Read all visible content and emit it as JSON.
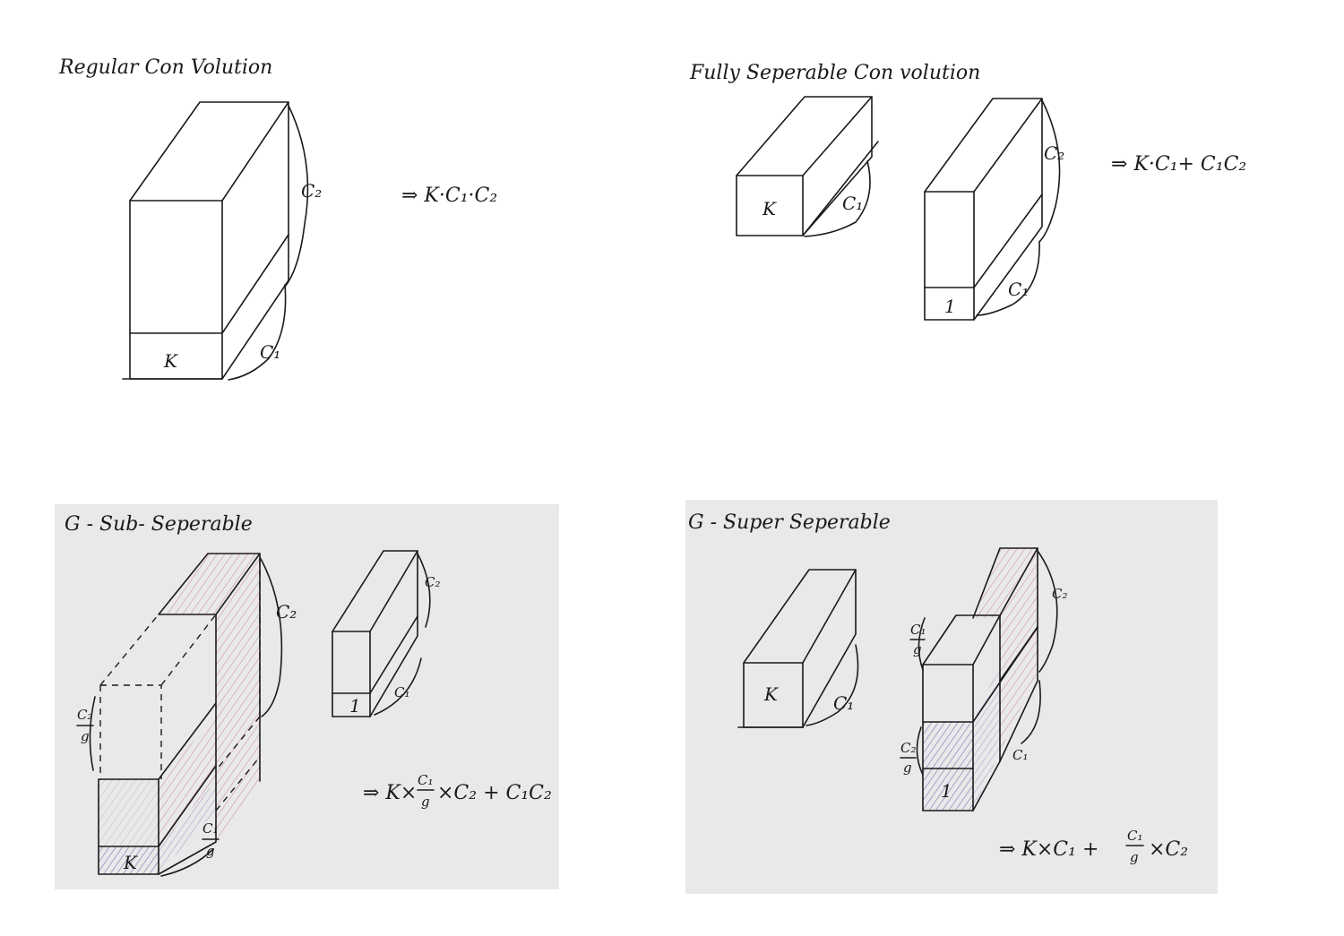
{
  "panels": {
    "regular": {
      "title": "Regular Con Volution",
      "box_label": "K",
      "c1": "C₁",
      "c2": "C₂",
      "formula": "⇒ K·C₁·C₂"
    },
    "fully": {
      "title": "Fully Seperable Con volution",
      "box1_label": "K",
      "box1_c1": "C₁",
      "box2_label": "1",
      "box2_c1": "C₁",
      "box2_c2": "C₂",
      "formula": "⇒ K·C₁+ C₁C₂"
    },
    "sub": {
      "title": "G - Sub- Seperable",
      "box_label": "K",
      "c2": "C₂",
      "c2_over_g_num": "C₂",
      "c2_over_g_den": "g",
      "c1_over_g_num": "C₁",
      "c1_over_g_den": "g",
      "small_label": "1",
      "small_c1": "C₁",
      "small_c2": "C₂",
      "formula_pre": "⇒ K×",
      "formula_frac_num": "C₁",
      "formula_frac_den": "g",
      "formula_post": "×C₂ + C₁C₂"
    },
    "super": {
      "title": "G - Super Seperable",
      "box1_label": "K",
      "box1_c1": "C₁",
      "stack_label": "1",
      "stack_c2": "C₂",
      "stack_c1": "C₁",
      "top_frac_num": "C₁",
      "top_frac_den": "g",
      "mid_frac_num": "C₂",
      "mid_frac_den": "g",
      "formula_pre": "⇒ K×C₁ +",
      "formula_frac_num": "C₁",
      "formula_frac_den": "g",
      "formula_post": "×C₂"
    }
  },
  "colors": {
    "ink": "#1a1a1a",
    "panel_bg": "#e9e9e9",
    "red_hatch": "#c7768c",
    "blue_hatch": "#6a5fb0"
  }
}
